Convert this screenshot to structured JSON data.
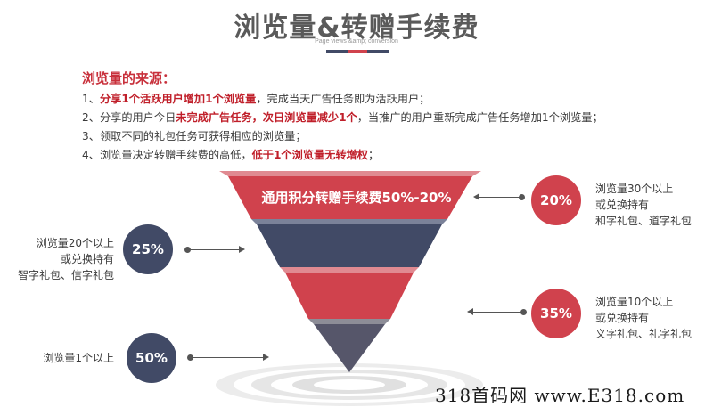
{
  "header": {
    "title": "浏览量&转赠手续费",
    "subtitle": "Page views &amp; conversion"
  },
  "colors": {
    "accent_red": "#d0424d",
    "dark_navy": "#414a66",
    "highlight_red": "#c01f2a"
  },
  "rules": {
    "heading": "浏览量的来源：",
    "items": [
      {
        "prefix": "1、",
        "highlight": "分享1个活跃用户增加1个浏览量",
        "suffix": "，完成当天广告任务即为活跃用户；"
      },
      {
        "prefix": "2、分享的用户今日",
        "highlight": "未完成广告任务，次日浏览量减少1个",
        "suffix": "，当推广的用户重新完成广告任务增加1个浏览量；"
      },
      {
        "prefix": "3、领取不同的礼包任务可获得相应的浏览量；",
        "highlight": "",
        "suffix": ""
      },
      {
        "prefix": "4、浏览量决定转赠手续费的高低，",
        "highlight": "低于1个浏览量无转增权",
        "suffix": "；"
      }
    ]
  },
  "funnel": {
    "top_label": "通用积分转赠手续费50%-20%"
  },
  "tiers": [
    {
      "percent": "20%",
      "lines": [
        "浏览量30个以上",
        "或兑换持有",
        "和字礼包、道字礼包"
      ]
    },
    {
      "percent": "25%",
      "lines": [
        "浏览量20个以上",
        "或兑换持有",
        "智字礼包、信字礼包"
      ]
    },
    {
      "percent": "35%",
      "lines": [
        "浏览量10个以上",
        "或兑换持有",
        "义字礼包、礼字礼包"
      ]
    },
    {
      "percent": "50%",
      "lines": [
        "浏览量1个以上"
      ]
    }
  ],
  "watermark": "318首码网 www.E318.com"
}
